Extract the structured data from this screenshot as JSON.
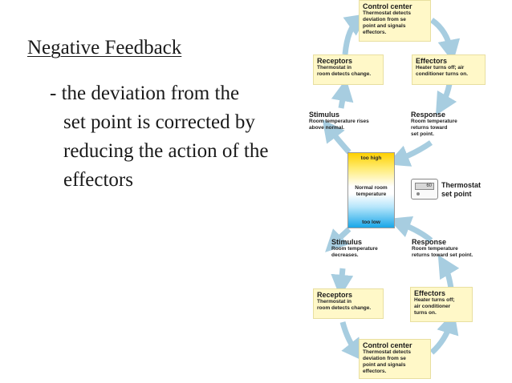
{
  "slide": {
    "title": "Negative Feedback",
    "bullet_lines": [
      "- the deviation from the",
      "set point is corrected by",
      "reducing the action of the",
      "effectors"
    ]
  },
  "diagram": {
    "top_control": {
      "heading": "Control center",
      "text": "Thermostat detects\ndeviation from se\npoint and signals\neffectors."
    },
    "top_receptors": {
      "heading": "Receptors",
      "text": "Thermostat in\nroom detects change."
    },
    "top_effectors": {
      "heading": "Effectors",
      "text": "Heater turns off; air\nconditioner turns on."
    },
    "stimulus_high": {
      "heading": "Stimulus",
      "text": "Room temperature rises\nabove normal."
    },
    "response_high": {
      "heading": "Response",
      "text": "Room temperature\nreturns toward\nset point."
    },
    "thermometer": {
      "too_high": "too high",
      "normal": "Normal room\ntemperature",
      "too_low": "too low"
    },
    "thermostat": {
      "label": "Thermostat\nset point",
      "display": "60"
    },
    "stimulus_low": {
      "heading": "Stimulus",
      "text": "Room temperature\ndecreases."
    },
    "response_low": {
      "heading": "Response",
      "text": "Room temperature\nreturns toward set point."
    },
    "bottom_receptors": {
      "heading": "Receptors",
      "text": "Thermostat in\nroom detects change."
    },
    "bottom_effectors": {
      "heading": "Effectors",
      "text": "Heater turns off;\nair conditioner\nturns on."
    },
    "bottom_control": {
      "heading": "Control center",
      "text": "Thermostat detects\ndeviation from se\npoint and signals\neffectors."
    }
  },
  "colors": {
    "box_fill": "#fff8c8",
    "arrow": "#a7cde0",
    "hot": "#ffd000",
    "cold": "#1aa7e8"
  }
}
